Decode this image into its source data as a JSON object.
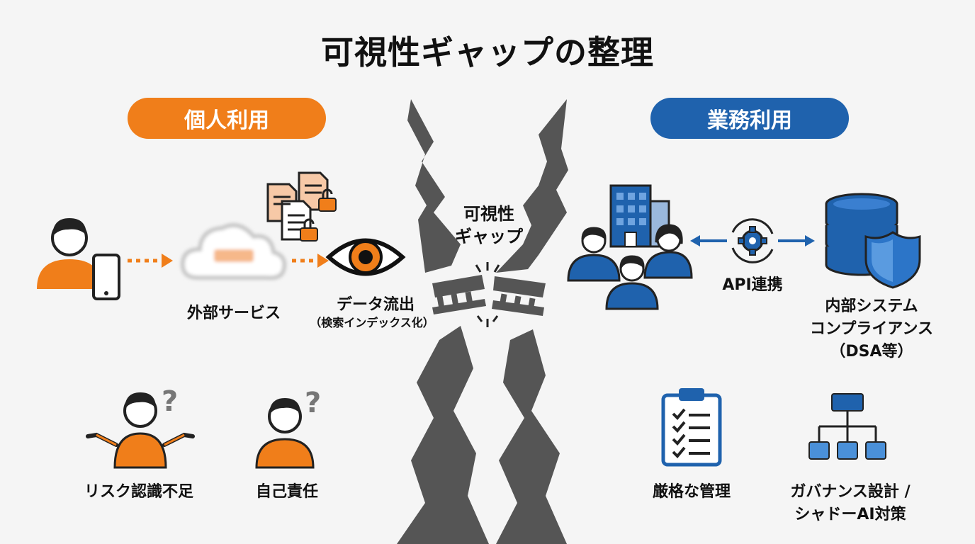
{
  "title": "可視性ギャップの整理",
  "colors": {
    "personal": "#f07e1a",
    "business": "#1f62ad",
    "crack": "#555555"
  },
  "left": {
    "header": "個人利用",
    "service_label": "外部サービス",
    "leak_label": "データ流出",
    "leak_sub": "（検索インデックス化）",
    "risk_label": "リスク認識不足",
    "self_label": "自己責任"
  },
  "center": {
    "gap_line1": "可視性",
    "gap_line2": "ギャップ"
  },
  "right": {
    "header": "業務利用",
    "api_label": "API連携",
    "system_line1": "内部システム",
    "system_line2": "コンプライアンス",
    "system_line3": "（DSA等）",
    "manage_label": "厳格な管理",
    "gov_line1": "ガバナンス設計 /",
    "gov_line2": "シャドーAI対策"
  },
  "icons": [
    "person-phone-icon",
    "cloud-icon",
    "documents-lock-icon",
    "eye-icon",
    "confused-person-icon",
    "thinking-person-icon",
    "crack-icon",
    "broken-bridge-icon",
    "building-icon",
    "business-people-icon",
    "gear-sync-icon",
    "database-shield-icon",
    "clipboard-checklist-icon",
    "org-chart-icon"
  ]
}
